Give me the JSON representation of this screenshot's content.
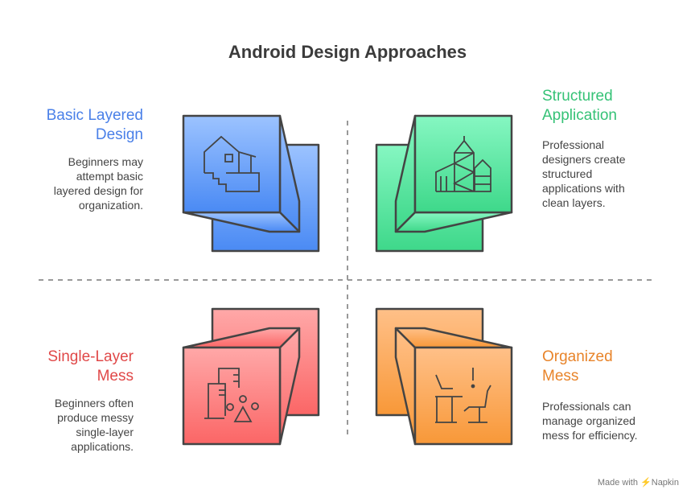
{
  "title": "Android Design Approaches",
  "quadrants": [
    {
      "heading_lines": [
        "Basic Layered",
        "Design"
      ],
      "desc_lines": [
        "Beginners may",
        "attempt basic",
        "layered design for",
        "organization."
      ],
      "color": "#4a8af4",
      "icon": "house-icon"
    },
    {
      "heading_lines": [
        "Structured",
        "Application"
      ],
      "desc_lines": [
        "Professional",
        "designers create",
        "structured",
        "applications with",
        "clean layers."
      ],
      "color": "#3ec97a",
      "icon": "buildings-icon"
    },
    {
      "heading_lines": [
        "Single-Layer",
        "Mess"
      ],
      "desc_lines": [
        "Beginners often",
        "produce messy",
        "single-layer",
        "applications."
      ],
      "color": "#e8524f",
      "icon": "messy-shapes-icon"
    },
    {
      "heading_lines": [
        "Organized",
        "Mess"
      ],
      "desc_lines": [
        "Professionals can",
        "manage organized",
        "mess for efficiency."
      ],
      "color": "#ef8a2e",
      "icon": "desk-chair-icon"
    }
  ],
  "footer": {
    "made_with": "Made with",
    "brand": "Napkin"
  }
}
